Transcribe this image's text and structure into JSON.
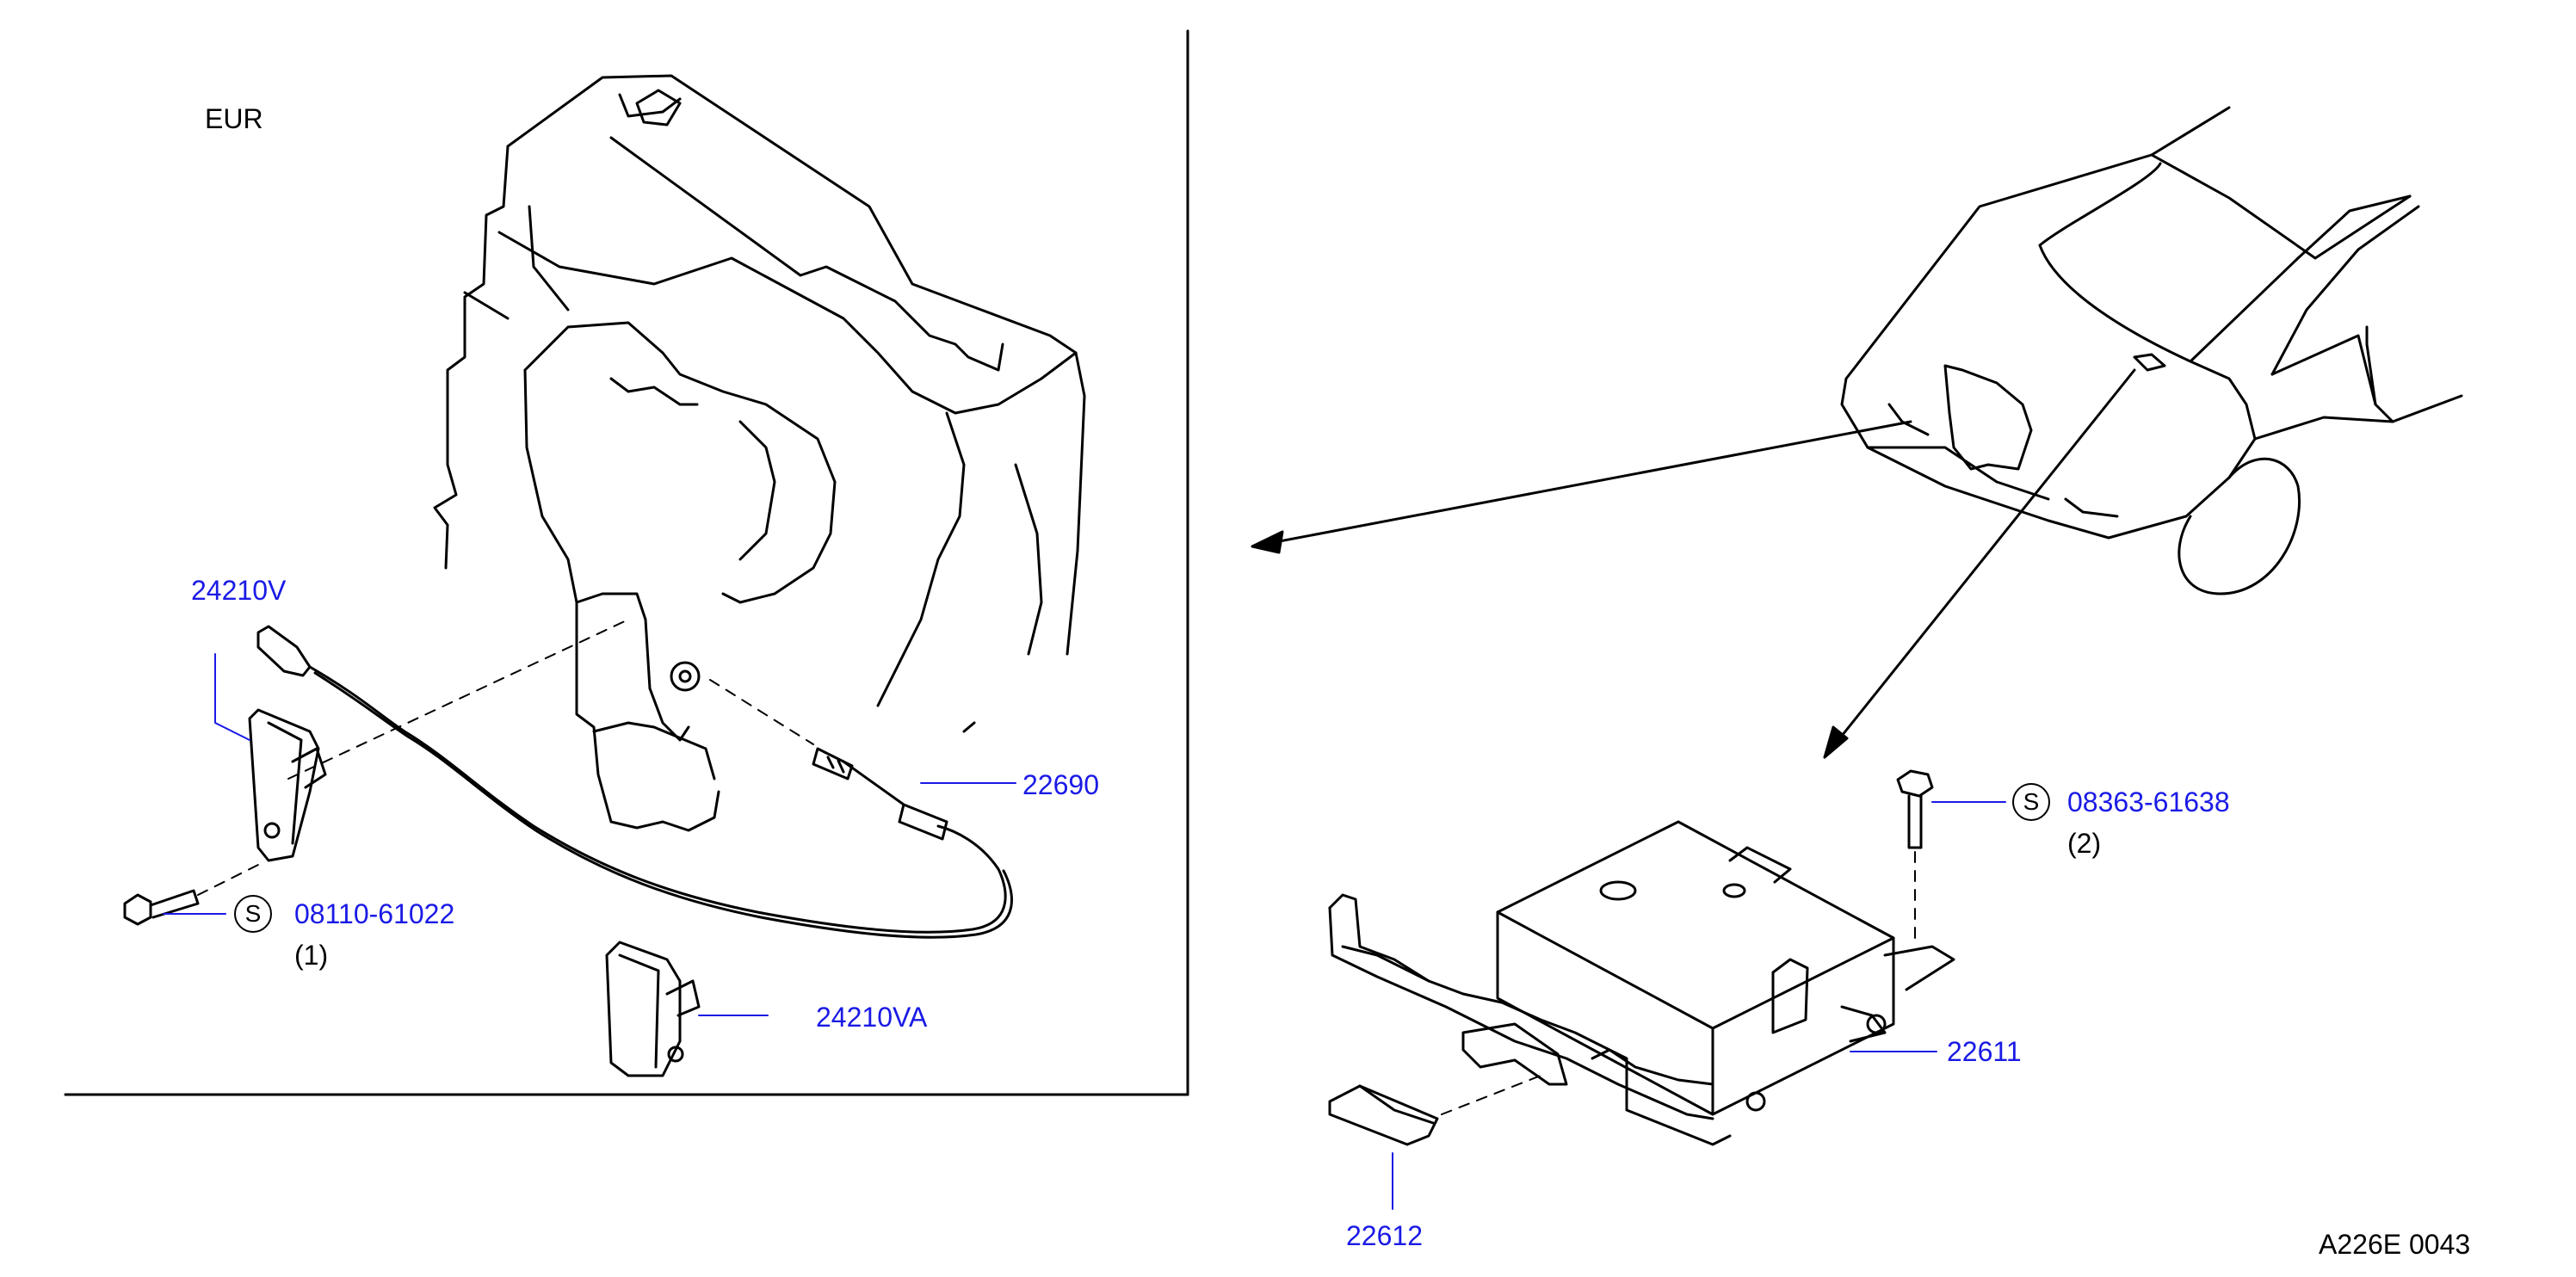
{
  "region_label": "EUR",
  "footer_code": "A226E  0043",
  "parts": {
    "p24210V": "24210V",
    "p22690": "22690",
    "p08110": "08110-61022",
    "p08110_qty": "(1)",
    "p24210VA": "24210VA",
    "p08363": "08363-61638",
    "p08363_qty": "(2)",
    "p22611": "22611",
    "p22612": "22612"
  },
  "symbols": {
    "standard": "S"
  },
  "colors": {
    "part_link": "#1a1ae6",
    "line": "#000000",
    "leader": "#1a1ae6"
  }
}
